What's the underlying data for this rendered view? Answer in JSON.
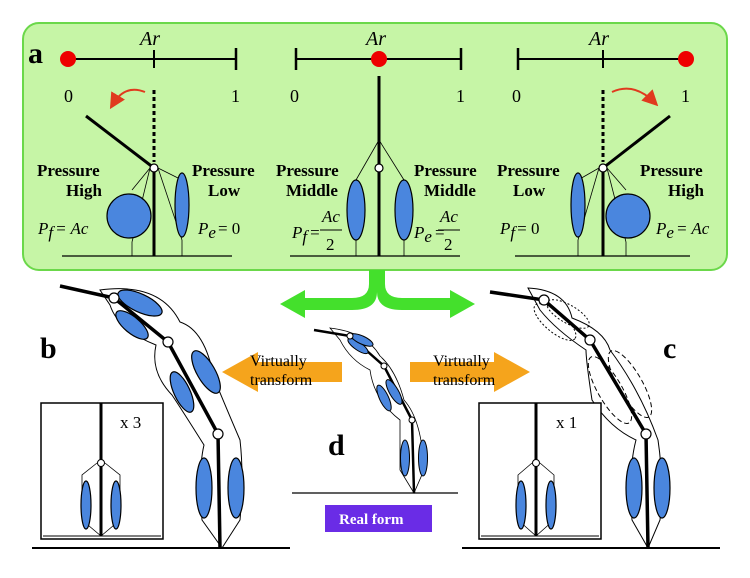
{
  "panel_a": {
    "letter": "a",
    "left": {
      "ar": "Ar",
      "tick0": "0",
      "tick1": "1",
      "flexor_label_1": "Pressure",
      "flexor_label_2": "High",
      "extensor_label_1": "Pressure",
      "extensor_label_2": "Low",
      "pf_sym": "P",
      "pf_sub": "f",
      "pf_rhs": "= Ac",
      "pe_sym": "P",
      "pe_sub": "e",
      "pe_rhs": "= 0"
    },
    "middle": {
      "ar": "Ar",
      "tick0": "0",
      "tick1": "1",
      "flexor_label_1": "Pressure",
      "flexor_label_2": "Middle",
      "extensor_label_1": "Pressure",
      "extensor_label_2": "Middle",
      "pf_sym": "P",
      "pf_sub": "f",
      "pf_eq": "=",
      "pe_sym": "P",
      "pe_sub": "e",
      "pe_eq": "=",
      "frac_num": "Ac",
      "frac_den": "2"
    },
    "right": {
      "ar": "Ar",
      "tick0": "0",
      "tick1": "1",
      "flexor_label_1": "Pressure",
      "flexor_label_2": "Low",
      "extensor_label_1": "Pressure",
      "extensor_label_2": "High",
      "pf_sym": "P",
      "pf_sub": "f",
      "pf_rhs": "= 0",
      "pe_sym": "P",
      "pe_sub": "e",
      "pe_rhs": "= Ac"
    }
  },
  "panel_b": {
    "letter": "b",
    "multiplier": "x 3",
    "arrow_text_1": "Virtually",
    "arrow_text_2": "transform"
  },
  "panel_c": {
    "letter": "c",
    "multiplier": "x 1",
    "arrow_text_1": "Virtually",
    "arrow_text_2": "transform"
  },
  "panel_d": {
    "letter": "d",
    "badge": "Real form"
  },
  "colors": {
    "panel_bg": "#c6f5a6",
    "panel_border": "#6bd84a",
    "green_arrow": "#44e02c",
    "muscle": "#4a86de",
    "marker": "#ee0000",
    "orange_arrow": "#f5a41c",
    "badge": "#6a2ce6"
  }
}
